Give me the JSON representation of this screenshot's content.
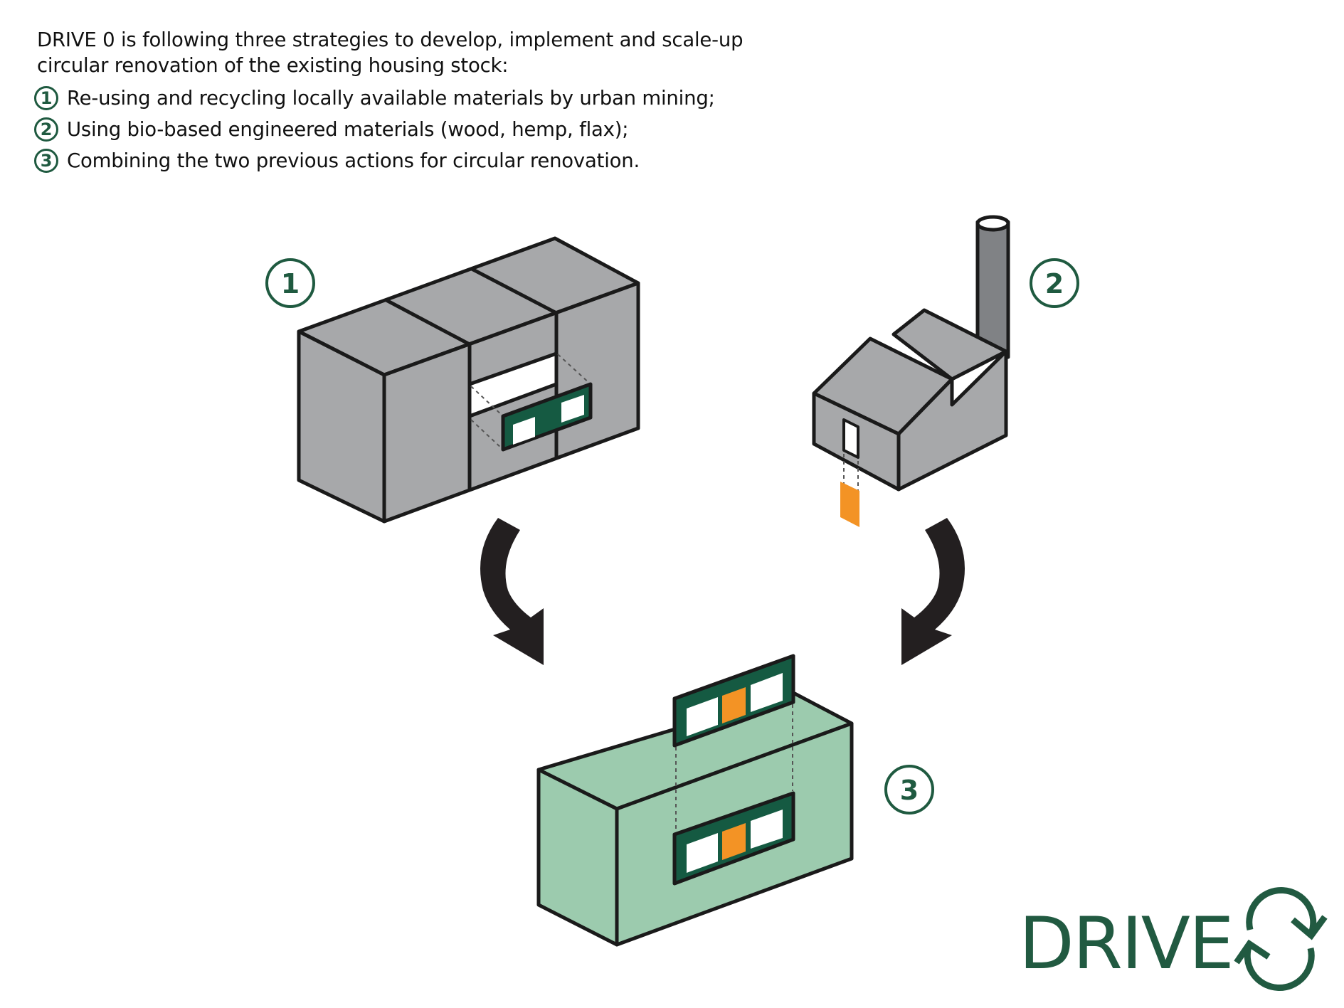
{
  "intro": {
    "line1": "DRIVE 0 is following three strategies to develop, implement and scale-up",
    "line2": "circular renovation of the existing housing stock:"
  },
  "strategies": [
    {
      "number": "1",
      "text": "Re-using and recycling locally available materials by urban mining;"
    },
    {
      "number": "2",
      "text": "Using bio-based engineered materials (wood, hemp, flax);"
    },
    {
      "number": "3",
      "text": "Combining the two previous actions for circular renovation."
    }
  ],
  "diagram": {
    "stages": [
      {
        "number": "1",
        "subject": "existing-building-urban-mining",
        "icon": "grey-building-with-reused-window-panel"
      },
      {
        "number": "2",
        "subject": "bio-based-materials-factory",
        "icon": "factory-with-chimney-and-bio-panel"
      },
      {
        "number": "3",
        "subject": "circular-renovation-result",
        "icon": "green-renovated-building"
      }
    ],
    "flows": [
      {
        "from": "1",
        "to": "3"
      },
      {
        "from": "2",
        "to": "3"
      }
    ]
  },
  "logo": {
    "text": "DRIVE",
    "icon": "cycle-arrows-icon"
  },
  "colors": {
    "brand_green": "#1f5a40",
    "panel_green": "#155a42",
    "renovated_green": "#9ccbae",
    "existing_grey": "#a7a8aa",
    "chimney_grey": "#808285",
    "bio_orange": "#f39325",
    "outline": "#1a1a1a"
  }
}
